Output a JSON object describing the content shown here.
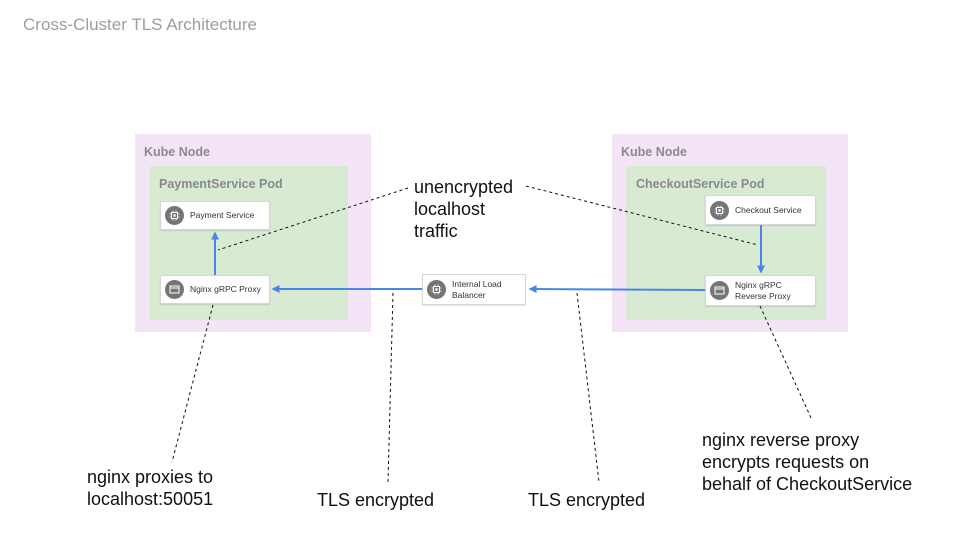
{
  "title": "Cross-Cluster TLS Architecture",
  "left_node": {
    "label": "Kube Node",
    "pod": {
      "label": "PaymentService Pod",
      "payment_service": {
        "label": "Payment Service",
        "icon": "cpu-chip-icon"
      },
      "nginx_proxy": {
        "label": "Nginx gRPC Proxy",
        "icon": "window-icon"
      }
    }
  },
  "load_balancer": {
    "label": "Internal Load\nBalancer",
    "icon": "cpu-chip-icon"
  },
  "right_node": {
    "label": "Kube Node",
    "pod": {
      "label": "CheckoutService Pod",
      "checkout_service": {
        "label": "Checkout Service",
        "icon": "cpu-chip-icon"
      },
      "nginx_reverse_proxy": {
        "label": "Nginx gRPC\nReverse Proxy",
        "icon": "window-icon"
      }
    }
  },
  "annotations": {
    "unencrypted": "unencrypted\nlocalhost\ntraffic",
    "nginx_proxies": "nginx proxies to\nlocalhost:50051",
    "tls_left": "TLS encrypted",
    "tls_right": "TLS encrypted",
    "reverse_proxy": "nginx reverse proxy\nencrypts requests on\nbehalf of CheckoutService"
  },
  "colors": {
    "node_bg": "#f3e5f5",
    "pod_bg": "#d9ead3",
    "arrow": "#4a86e8",
    "icon": "#757575"
  }
}
